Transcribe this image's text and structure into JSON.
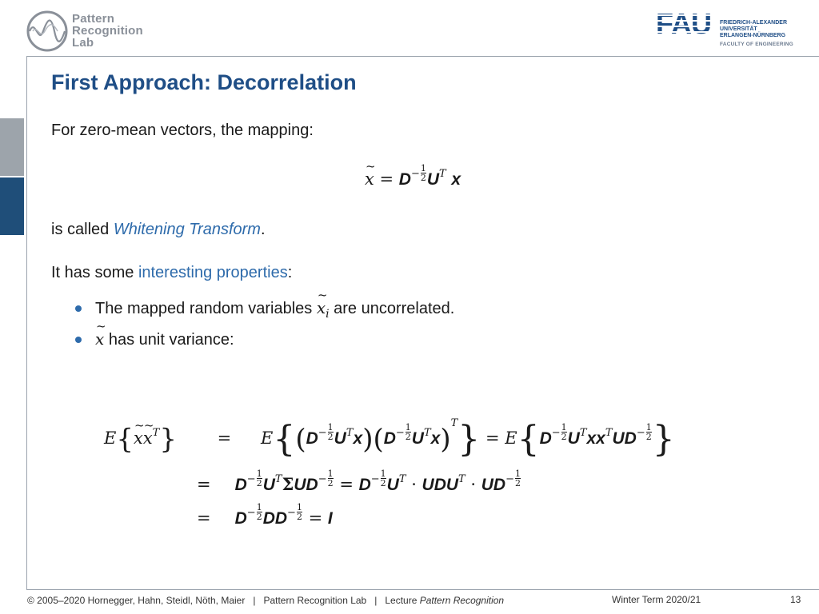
{
  "header": {
    "lab_logo_lines": [
      "Pattern",
      "Recognition",
      "Lab"
    ],
    "fau_word": "FAU",
    "fau_sub_lines": [
      "FRIEDRICH-ALEXANDER",
      "UNIVERSITÄT",
      "ERLANGEN-NÜRNBERG"
    ],
    "fau_faculty": "FACULTY OF ENGINEERING",
    "brand_color": "#1f4e86",
    "accent_color": "#2e6bab"
  },
  "slide": {
    "title": "First Approach: Decorrelation",
    "intro": "For zero-mean vectors, the mapping:",
    "called_prefix": "is called ",
    "called_term": "Whitening Transform",
    "called_suffix": ".",
    "props_prefix": "It has some ",
    "props_term": "interesting properties",
    "props_suffix": ":",
    "bullet1_prefix": "The mapped random variables ",
    "bullet1_var": "x",
    "bullet1_sub": "i",
    "bullet1_suffix": " are uncorrelated.",
    "bullet2_var": "x",
    "bullet2_suffix": " has unit variance:"
  },
  "footer": {
    "copyright": "© 2005–2020 Hornegger, Hahn, Steidl, Nöth, Maier   |   Pattern Recognition Lab   |   Lecture ",
    "lecture": "Pattern Recognition",
    "term": "Winter Term 2020/21",
    "page": "13"
  }
}
